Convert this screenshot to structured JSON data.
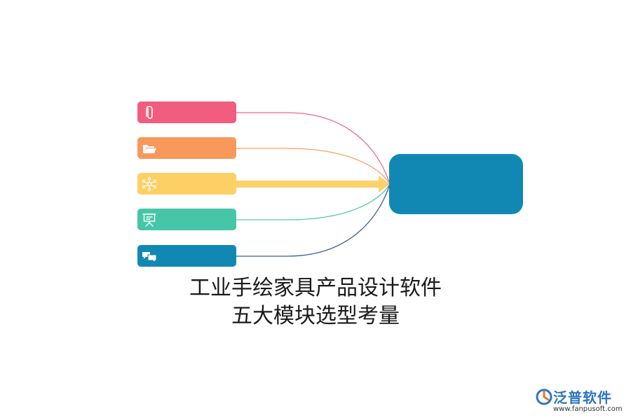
{
  "caption": {
    "line1": "工业手绘家具产品设计软件",
    "line2": "五大模块选型考量"
  },
  "modules": [
    {
      "icon": "paperclip-icon",
      "color": "#f25c7e",
      "line_color": "#f0688a"
    },
    {
      "icon": "folder-icon",
      "color": "#f8985b",
      "line_color": "#f3a060"
    },
    {
      "icon": "network-icon",
      "color": "#fdd066",
      "line_color": "#fcd16a",
      "highlighted": true
    },
    {
      "icon": "presentation-board-icon",
      "color": "#44c6a7",
      "line_color": "#56c9b0"
    },
    {
      "icon": "chat-bubbles-icon",
      "color": "#1188b3",
      "line_color": "#3e5e95"
    }
  ],
  "target": {
    "color": "#1188b3"
  },
  "brand": {
    "name": "泛普软件",
    "url": "www.fanpusoft.com",
    "color": "#2e74c2"
  }
}
